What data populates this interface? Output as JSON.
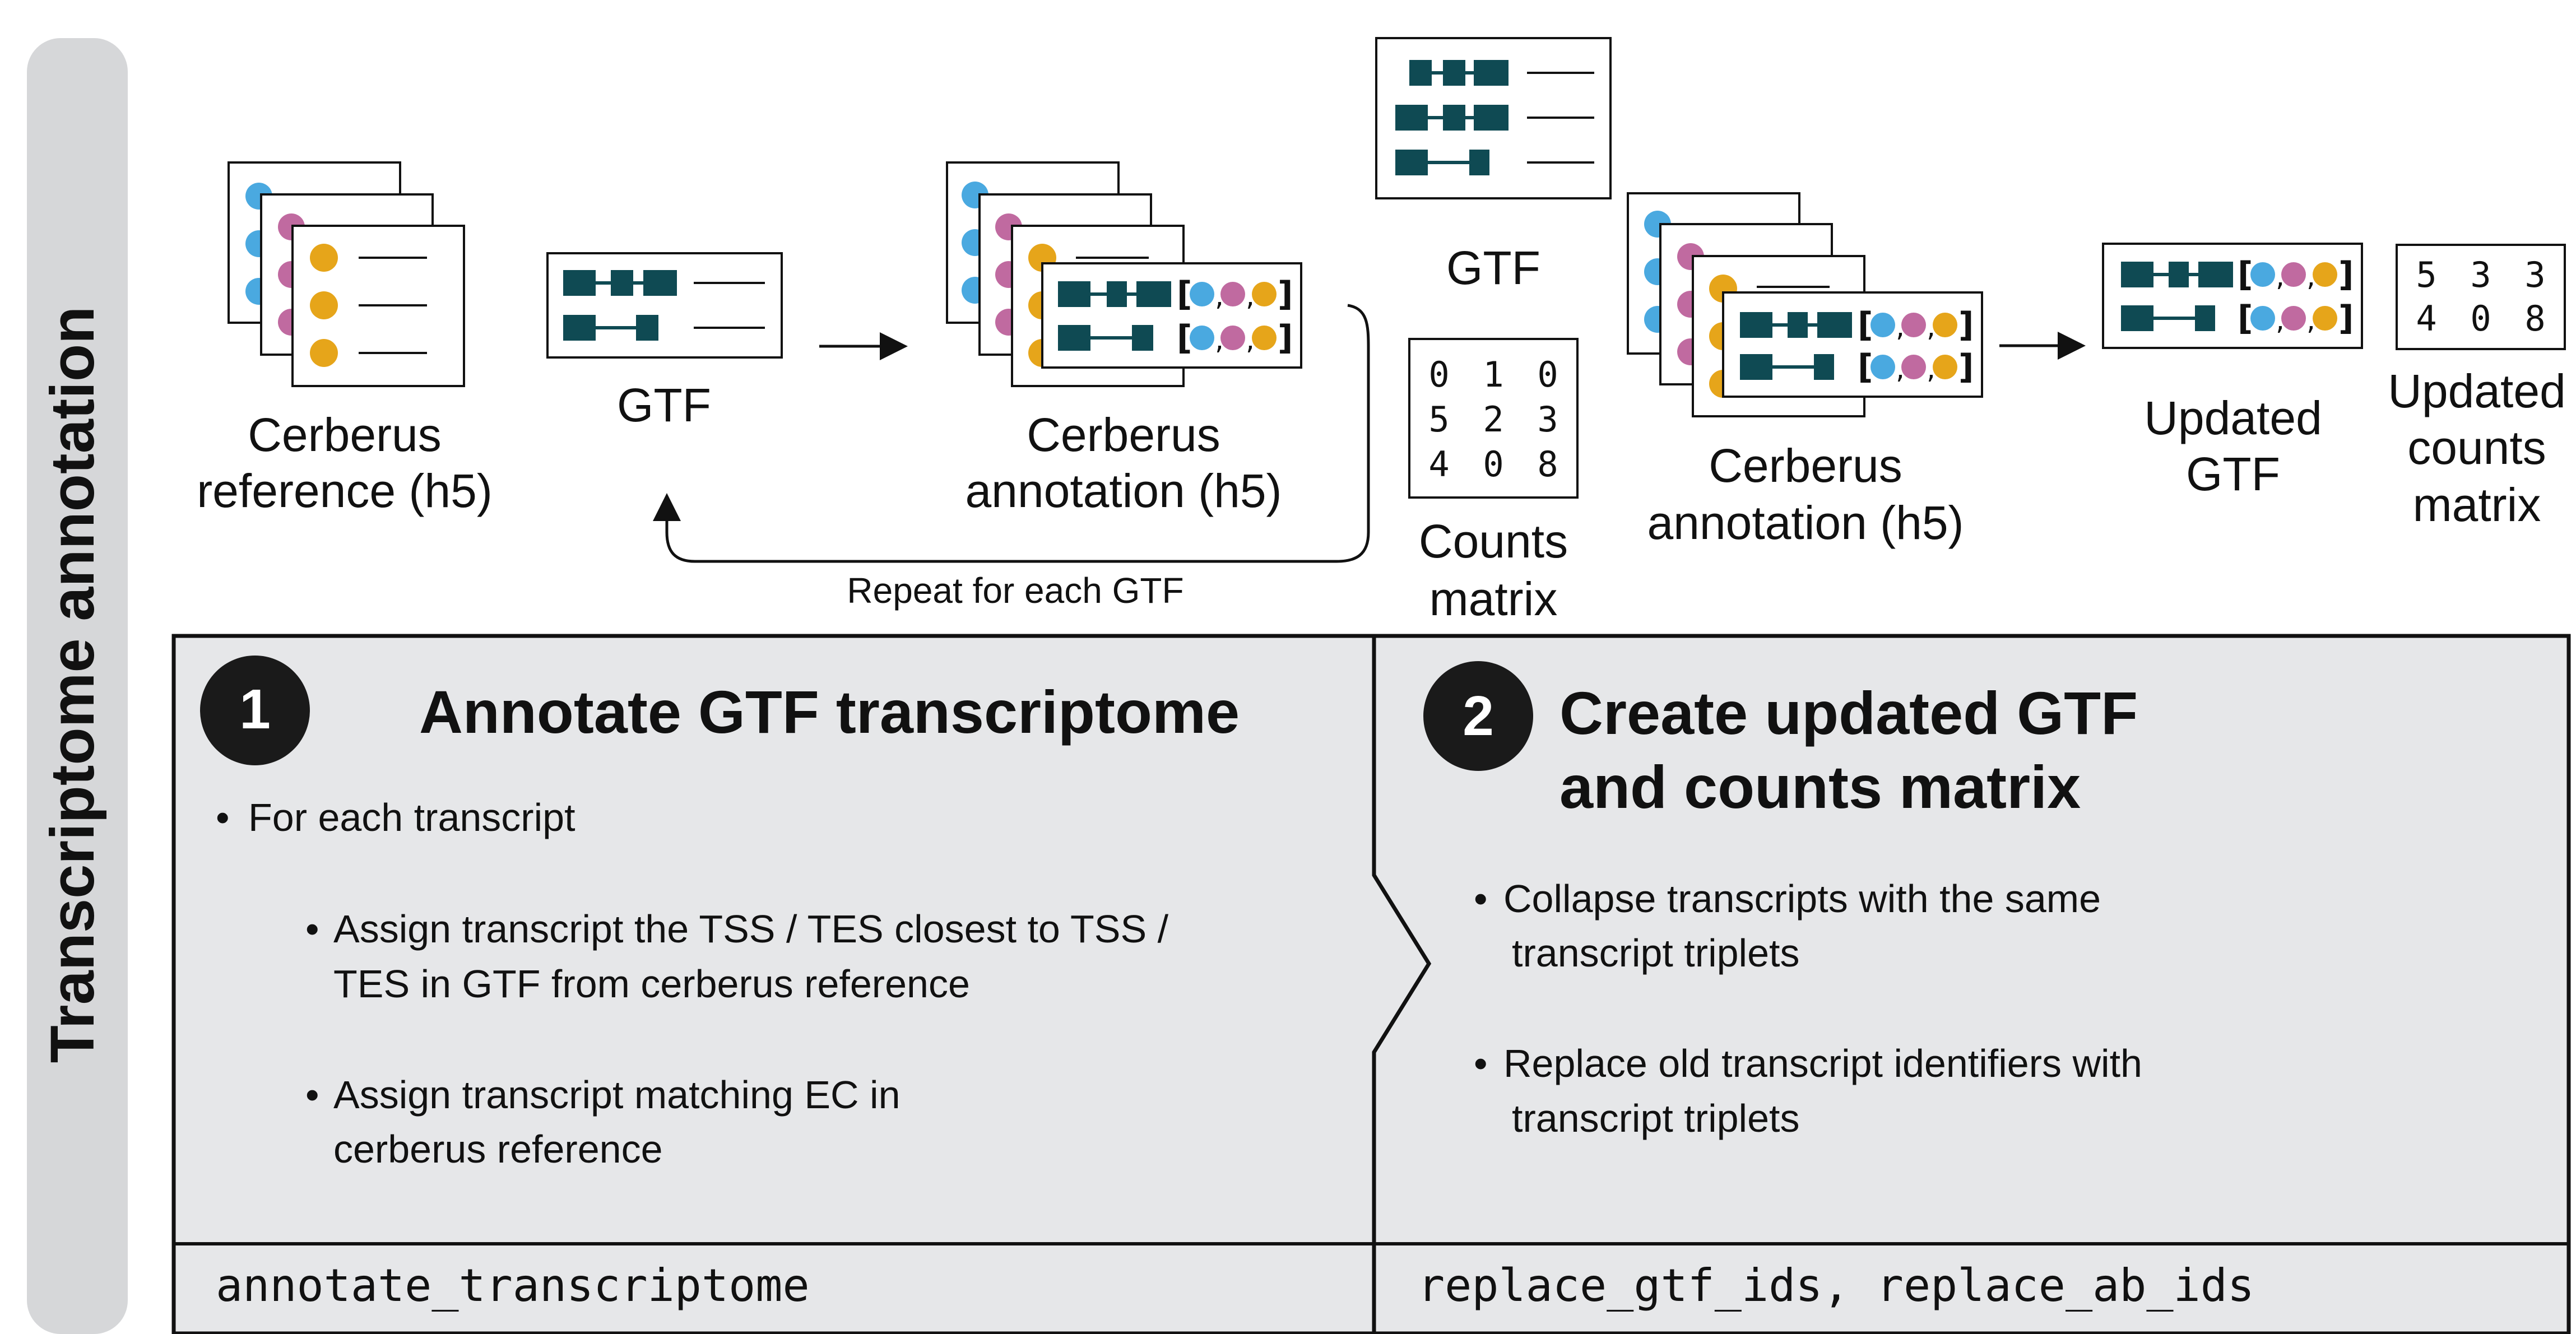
{
  "side_label": "Transcriptome annotation",
  "colors": {
    "teal": "#0f4a53",
    "blue_dot": "#4aa9e0",
    "pink_dot": "#c06aa0",
    "orange_dot": "#e6a51a",
    "panel_bg": "#e6e7e9",
    "side_bar_bg": "#d6d7d9"
  },
  "icons": {
    "cerberus_reference": {
      "label_line1": "Cerberus",
      "label_line2": "reference (h5)"
    },
    "gtf": {
      "label": "GTF"
    },
    "cerberus_annotation": {
      "label_line1": "Cerberus",
      "label_line2": "annotation (h5)"
    },
    "gtf_input": {
      "label": "GTF"
    },
    "counts_matrix": {
      "label_line1": "Counts",
      "label_line2": "matrix",
      "rows": [
        [
          "0",
          "1",
          "0"
        ],
        [
          "5",
          "2",
          "3"
        ],
        [
          "4",
          "0",
          "8"
        ]
      ]
    },
    "cerberus_annotation_2": {
      "label_line1": "Cerberus",
      "label_line2": "annotation (h5)"
    },
    "updated_gtf": {
      "label_line1": "Updated",
      "label_line2": "GTF"
    },
    "updated_counts": {
      "label_line1": "Updated",
      "label_line2": "counts",
      "label_line3": "matrix",
      "rows": [
        [
          "5",
          "3",
          "3"
        ],
        [
          "4",
          "0",
          "8"
        ]
      ]
    }
  },
  "loop_label": "Repeat for each GTF",
  "steps": [
    {
      "number": "1",
      "title": "Annotate GTF transcriptome",
      "bullet_top": "For each transcript",
      "sub_bullets": [
        {
          "line1": "Assign transcript the TSS / TES closest to TSS /",
          "line2": "TES in GTF from cerberus reference"
        },
        {
          "line1": "Assign transcript matching EC in",
          "line2": "cerberus reference"
        }
      ],
      "function": "annotate_transcriptome"
    },
    {
      "number": "2",
      "title_line1": "Create updated GTF",
      "title_line2": "and counts matrix",
      "bullets": [
        {
          "line1": "Collapse transcripts with the same",
          "line2": "transcript triplets"
        },
        {
          "line1": "Replace old transcript identifiers with",
          "line2": "transcript triplets"
        }
      ],
      "function": "replace_gtf_ids, replace_ab_ids"
    }
  ]
}
